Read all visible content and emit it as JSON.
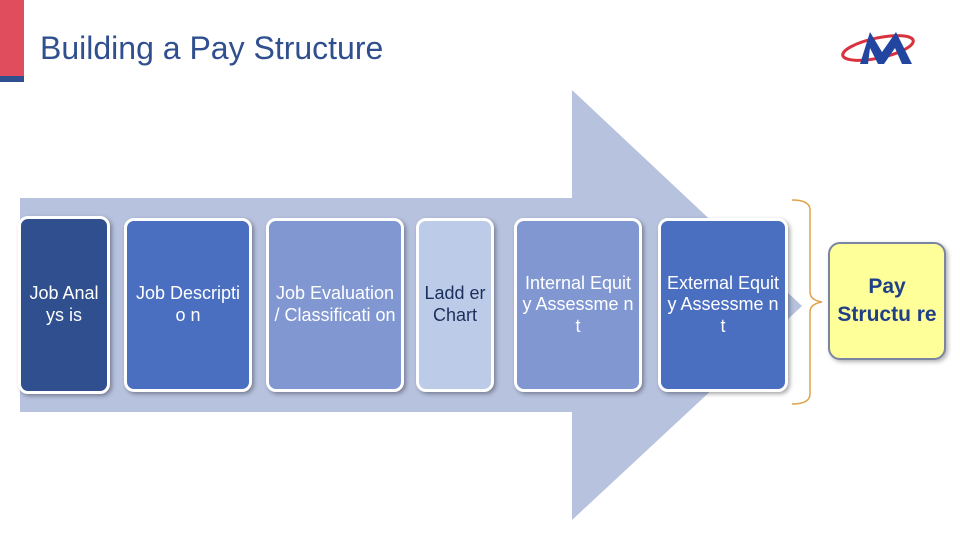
{
  "slide": {
    "title": "Building a Pay Structure"
  },
  "colors": {
    "accent_red": "#e04e5e",
    "dark_blue": "#2f4f8f",
    "mid_blue": "#4a6ec0",
    "light_blue": "#8197d2",
    "pale_blue": "#bccbe8",
    "arrow": "#b7c2df",
    "result_fill": "#ffff99"
  },
  "logo": {
    "icon": "company-logo-icon",
    "letter": "M"
  },
  "steps": [
    {
      "label": "Job Analys is"
    },
    {
      "label": "Job Descriptio n"
    },
    {
      "label": "Job Evaluation / Classificati on"
    },
    {
      "label": "Ladd er Chart"
    },
    {
      "label": "Internal Equity Assessme nt"
    },
    {
      "label": "External Equity Assessme nt"
    }
  ],
  "result": {
    "label": "Pay Structu re"
  }
}
